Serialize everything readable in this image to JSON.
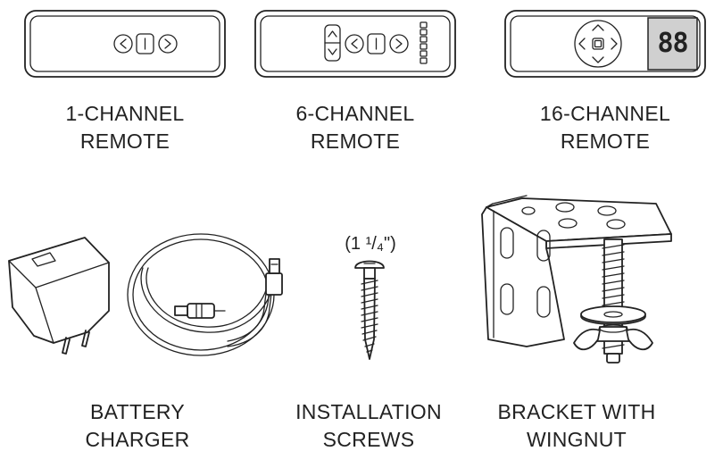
{
  "items": [
    {
      "id": "remote-1ch",
      "label_lines": [
        "1-CHANNEL",
        "REMOTE"
      ]
    },
    {
      "id": "remote-6ch",
      "label_lines": [
        "6-CHANNEL",
        "REMOTE"
      ]
    },
    {
      "id": "remote-16ch",
      "label_lines": [
        "16-CHANNEL",
        "REMOTE"
      ],
      "display_text": "88"
    },
    {
      "id": "battery-charger",
      "label_lines": [
        "BATTERY",
        "CHARGER"
      ]
    },
    {
      "id": "installation-screws",
      "label_lines": [
        "INSTALLATION",
        "SCREWS"
      ],
      "size_note": "(1 ¹/₄\")"
    },
    {
      "id": "bracket-wingnut",
      "label_lines": [
        "BRACKET WITH",
        "WINGNUT"
      ]
    }
  ],
  "icons": {
    "left_arrow": "‹",
    "right_arrow": "›",
    "up_arrow": "^",
    "down_arrow": "v"
  },
  "colors": {
    "line": "#222222",
    "display_bg": "#d0d0d0"
  }
}
